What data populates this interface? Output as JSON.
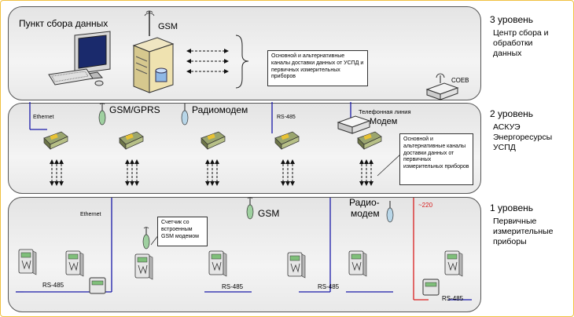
{
  "levels": {
    "l3": {
      "heading": "3 уровень",
      "desc": [
        "Центр сбора и",
        "обработки",
        "данных"
      ]
    },
    "l2": {
      "heading": "2 уровень",
      "desc": [
        "АСКУЭ",
        "Энергоресурсы",
        "УСПД"
      ]
    },
    "l1": {
      "heading": "1 уровень",
      "desc": [
        "Первичные",
        "измерительные",
        "приборы"
      ]
    }
  },
  "labels": {
    "data_center": "Пункт сбора данных",
    "gsm_top": "GSM",
    "soev": "СОЕВ",
    "ethernet_l2": "Ethernet",
    "gsm_gprs": "GSM/GPRS",
    "radiomodem": "Радиомодем",
    "rs485_l2": "RS-485",
    "phone_line": "Телефонная линия",
    "modem": "Модем",
    "ethernet_l1": "Ethernet",
    "gsm_l1": "GSM",
    "radio_l1_a": "Радио-",
    "radio_l1_b": "модем",
    "v220": "~220",
    "rs485_a": "RS-485",
    "rs485_b": "RS-485",
    "rs485_c": "RS-485",
    "rs485_d": "RS-485"
  },
  "callouts": {
    "top": "Основной и альтернативные каналы доставки данных от УСПД и первичных измерительных приборов",
    "mid": "Основной и альтернативные каналы доставки данных от первичных измерительных приборов",
    "meter": "Счетчик со встроенным GSM модемом"
  },
  "colors": {
    "line_blue": "#1a1aa8",
    "line_red": "#d81e1e",
    "frame": "#f0c040",
    "device_green": "#8fbf3a",
    "meter_green": "#7fbf7a"
  }
}
